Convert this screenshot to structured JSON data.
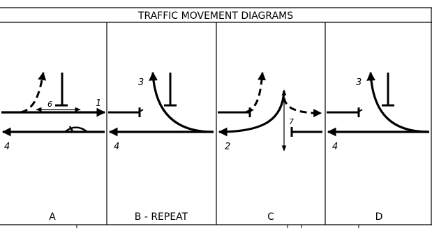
{
  "title": "TRAFFIC MOVEMENT DIAGRAMS",
  "panels": [
    {
      "label": "A",
      "movements": [
        "6",
        "1",
        "4"
      ]
    },
    {
      "label": "B - REPEAT",
      "movements": [
        "3",
        "4"
      ]
    },
    {
      "label": "C",
      "movements": [
        "7",
        "2"
      ]
    },
    {
      "label": "D",
      "movements": [
        "3",
        "4"
      ]
    }
  ],
  "colors": {
    "line": "#000000",
    "background": "#ffffff"
  }
}
